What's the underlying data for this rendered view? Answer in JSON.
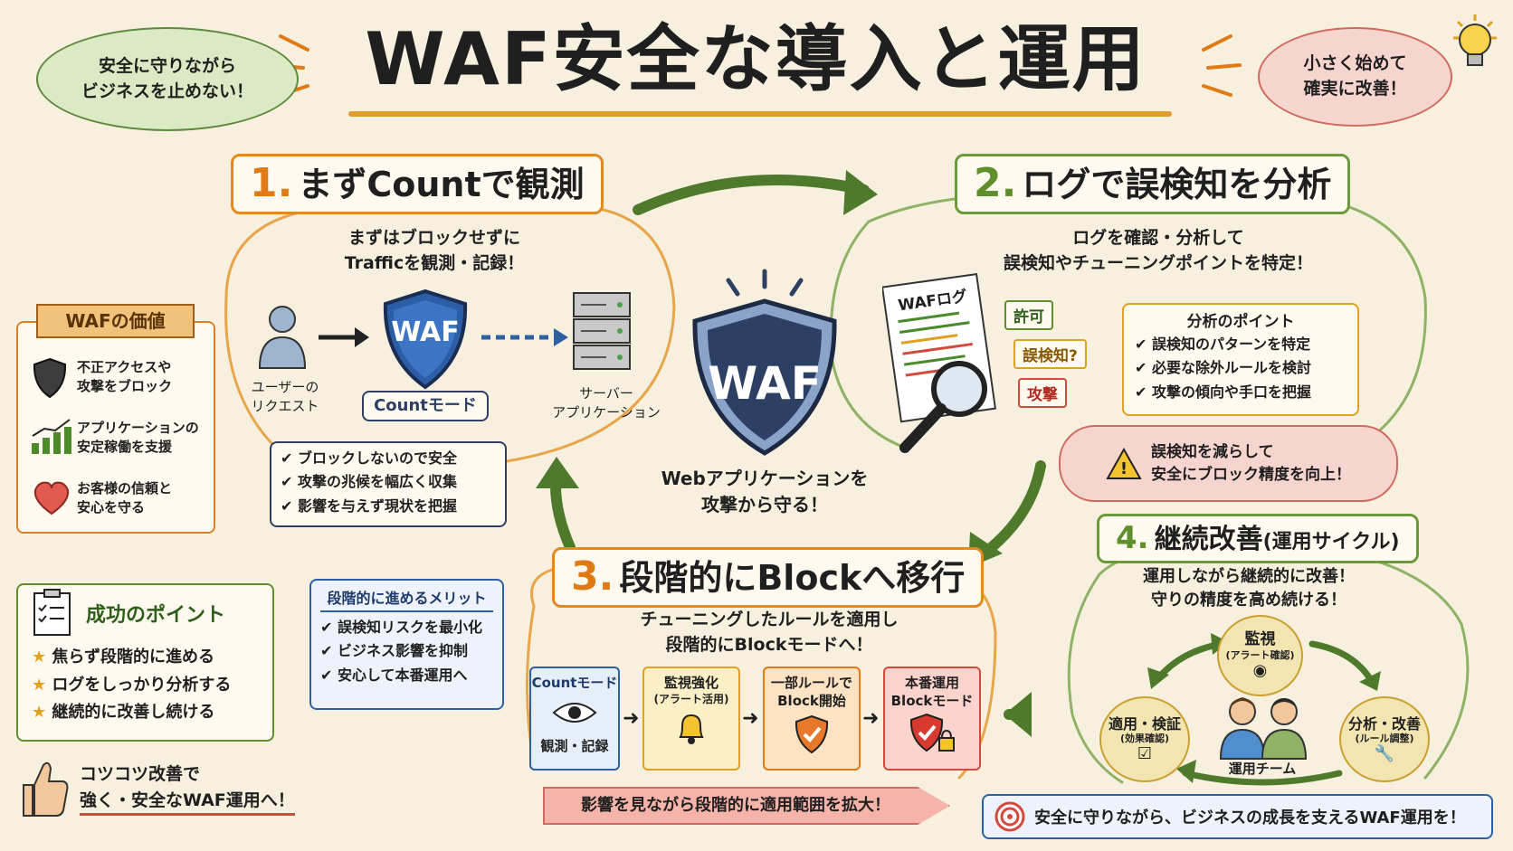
{
  "title": "WAF安全な導入と運用",
  "bubble_left": {
    "line1": "安全に守りながら",
    "line2": "ビジネスを止めない！"
  },
  "bubble_right": {
    "line1": "小さく始めて",
    "line2": "確実に改善！"
  },
  "section1": {
    "num": "1.",
    "heading": "まずCountで観測",
    "desc1": "まずはブロックせずに",
    "desc2": "Trafficを観測・記録！",
    "user_label1": "ユーザーの",
    "user_label2": "リクエスト",
    "waf_badge": "WAF",
    "count_mode": "Countモード",
    "server_label1": "サーバー",
    "server_label2": "アプリケーション",
    "checks": [
      "ブロックしないので安全",
      "攻撃の兆候を幅広く収集",
      "影響を与えず現状を把握"
    ]
  },
  "value_panel": {
    "header": "WAFの価値",
    "items": [
      {
        "icon": "shield-icon",
        "line1": "不正アクセスや",
        "line2": "攻撃をブロック"
      },
      {
        "icon": "growth-chart-icon",
        "line1": "アプリケーションの",
        "line2": "安定稼働を支援"
      },
      {
        "icon": "heart-icon",
        "line1": "お客様の信頼と",
        "line2": "安心を守る"
      }
    ]
  },
  "center": {
    "badge": "WAF",
    "caption1": "Webアプリケーションを",
    "caption2": "攻撃から守る！"
  },
  "section2": {
    "num": "2.",
    "heading": "ログで誤検知を分析",
    "desc1": "ログを確認・分析して",
    "desc2": "誤検知やチューニングポイントを特定！",
    "log_label": "WAFログ",
    "tags": [
      "許可",
      "誤検知?",
      "攻撃"
    ],
    "points_header": "分析のポイント",
    "points": [
      "誤検知のパターンを特定",
      "必要な除外ルールを検討",
      "攻撃の傾向や手口を把握"
    ],
    "warning1": "誤検知を減らして",
    "warning2": "安全にブロック精度を向上！"
  },
  "section3": {
    "num": "3.",
    "heading": "段階的にBlockへ移行",
    "desc1": "チューニングしたルールを適用し",
    "desc2": "段階的にBlockモードへ！",
    "steps": [
      {
        "line1": "Countモード",
        "line2": "",
        "footer": "観測・記録"
      },
      {
        "line1": "監視強化",
        "line2": "(アラート活用)",
        "footer": ""
      },
      {
        "line1": "一部ルールで",
        "line2": "Block開始",
        "footer": ""
      },
      {
        "line1": "本番運用",
        "line2": "Blockモード",
        "footer": ""
      }
    ],
    "banner": "影響を見ながら段階的に適用範囲を拡大！"
  },
  "merit": {
    "header": "段階的に進めるメリット",
    "items": [
      "誤検知リスクを最小化",
      "ビジネス影響を抑制",
      "安心して本番運用へ"
    ]
  },
  "success": {
    "header": "成功のポイント",
    "items": [
      "焦らず段階的に進める",
      "ログをしっかり分析する",
      "継続的に改善し続ける"
    ]
  },
  "footer_left": {
    "line1": "コツコツ改善で",
    "line2": "強く・安全なWAF運用へ！"
  },
  "section4": {
    "num": "4.",
    "heading": "継続改善",
    "heading_sub": "(運用サイクル)",
    "desc1": "運用しながら継続的に改善！",
    "desc2": "守りの精度を高め続ける！",
    "cycle": {
      "top": {
        "label": "監視",
        "sub": "(アラート確認)"
      },
      "right": {
        "label": "分析・改善",
        "sub": "(ルール調整)"
      },
      "left": {
        "label": "適用・検証",
        "sub": "(効果確認)"
      },
      "team": "運用チーム"
    }
  },
  "footer_right": "安全に守りながら、ビジネスの成長を支えるWAF運用を！",
  "colors": {
    "orange": "#e07a14",
    "green": "#5e8f2c",
    "navy": "#2d3f63",
    "red": "#d24a3c",
    "paper": "#f8f0df"
  }
}
